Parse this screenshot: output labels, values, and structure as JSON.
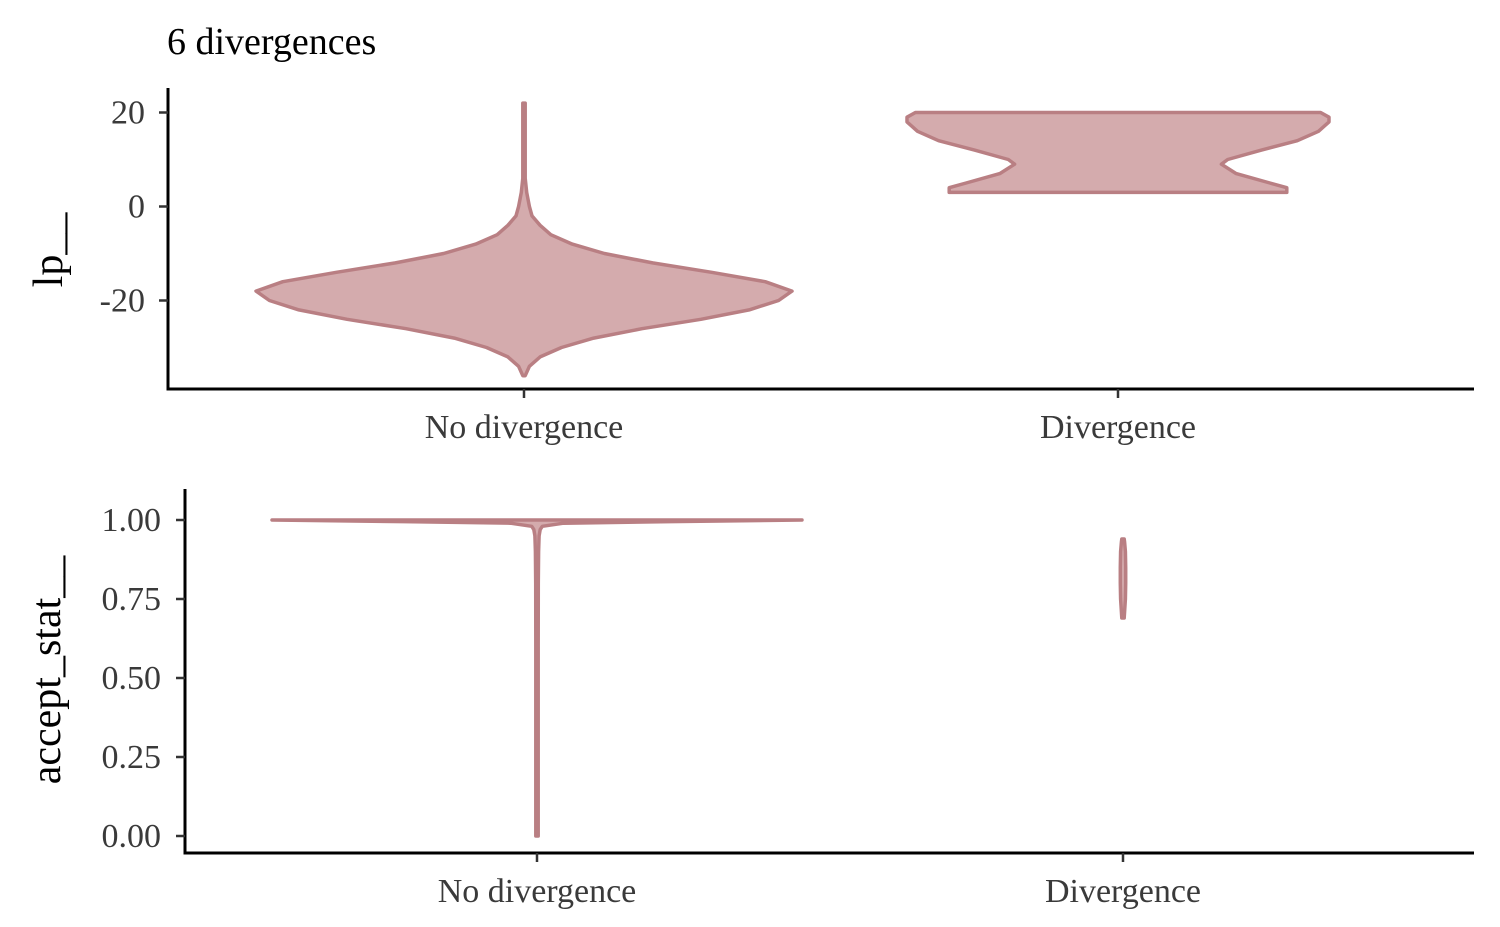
{
  "colors": {
    "violin_fill": "#d4abad",
    "violin_stroke": "#b97f83",
    "axis": "#000000",
    "tick_text": "#3a3a3a"
  },
  "chart_data": [
    {
      "type": "violin",
      "title": "6 divergences",
      "xlabel": "",
      "ylabel": "lp__",
      "categories": [
        "No divergence",
        "Divergence"
      ],
      "yticks": [
        "20",
        "0",
        "-20"
      ],
      "ytick_values": [
        20,
        0,
        -20
      ],
      "ylim": [
        -39,
        24
      ],
      "series": [
        {
          "category": "No divergence",
          "range": [
            -36,
            22
          ],
          "density": [
            [
              -36,
              0.0
            ],
            [
              -34,
              0.02
            ],
            [
              -32,
              0.06
            ],
            [
              -30,
              0.14
            ],
            [
              -28,
              0.26
            ],
            [
              -26,
              0.44
            ],
            [
              -24,
              0.66
            ],
            [
              -22,
              0.84
            ],
            [
              -20,
              0.95
            ],
            [
              -18,
              1.0
            ],
            [
              -16,
              0.9
            ],
            [
              -14,
              0.7
            ],
            [
              -12,
              0.48
            ],
            [
              -10,
              0.3
            ],
            [
              -8,
              0.18
            ],
            [
              -6,
              0.1
            ],
            [
              -4,
              0.06
            ],
            [
              -2,
              0.03
            ],
            [
              0,
              0.02
            ],
            [
              3,
              0.01
            ],
            [
              6,
              0.003
            ],
            [
              10,
              0.002
            ],
            [
              14,
              0.002
            ],
            [
              18,
              0.003
            ],
            [
              20,
              0.003
            ],
            [
              22,
              0.0
            ]
          ]
        },
        {
          "category": "Divergence",
          "range": [
            3,
            20
          ],
          "density": [
            [
              3,
              0.8
            ],
            [
              4,
              0.8
            ],
            [
              5,
              0.72
            ],
            [
              7,
              0.56
            ],
            [
              9,
              0.49
            ],
            [
              10,
              0.52
            ],
            [
              12,
              0.68
            ],
            [
              14,
              0.85
            ],
            [
              16,
              0.95
            ],
            [
              18,
              1.0
            ],
            [
              19,
              1.0
            ],
            [
              20,
              0.96
            ]
          ]
        }
      ]
    },
    {
      "type": "violin",
      "title": "",
      "xlabel": "",
      "ylabel": "accept_stat__",
      "categories": [
        "No divergence",
        "Divergence"
      ],
      "yticks": [
        "1.00",
        "0.75",
        "0.50",
        "0.25",
        "0.00"
      ],
      "ytick_values": [
        1.0,
        0.75,
        0.5,
        0.25,
        0.0
      ],
      "ylim": [
        -0.05,
        1.1
      ],
      "series": [
        {
          "category": "No divergence",
          "range": [
            0.0,
            1.0
          ],
          "density": [
            [
              0.0,
              0.004
            ],
            [
              0.2,
              0.004
            ],
            [
              0.4,
              0.004
            ],
            [
              0.6,
              0.004
            ],
            [
              0.8,
              0.005
            ],
            [
              0.9,
              0.006
            ],
            [
              0.95,
              0.008
            ],
            [
              0.97,
              0.012
            ],
            [
              0.98,
              0.02
            ],
            [
              0.99,
              0.1
            ],
            [
              0.995,
              0.5
            ],
            [
              1.0,
              1.0
            ]
          ]
        },
        {
          "category": "Divergence",
          "range": [
            0.69,
            0.94
          ],
          "density": [
            [
              0.69,
              0.0
            ],
            [
              0.71,
              0.006
            ],
            [
              0.75,
              0.009
            ],
            [
              0.8,
              0.01
            ],
            [
              0.85,
              0.01
            ],
            [
              0.9,
              0.009
            ],
            [
              0.93,
              0.006
            ],
            [
              0.94,
              0.0
            ]
          ]
        }
      ]
    }
  ]
}
